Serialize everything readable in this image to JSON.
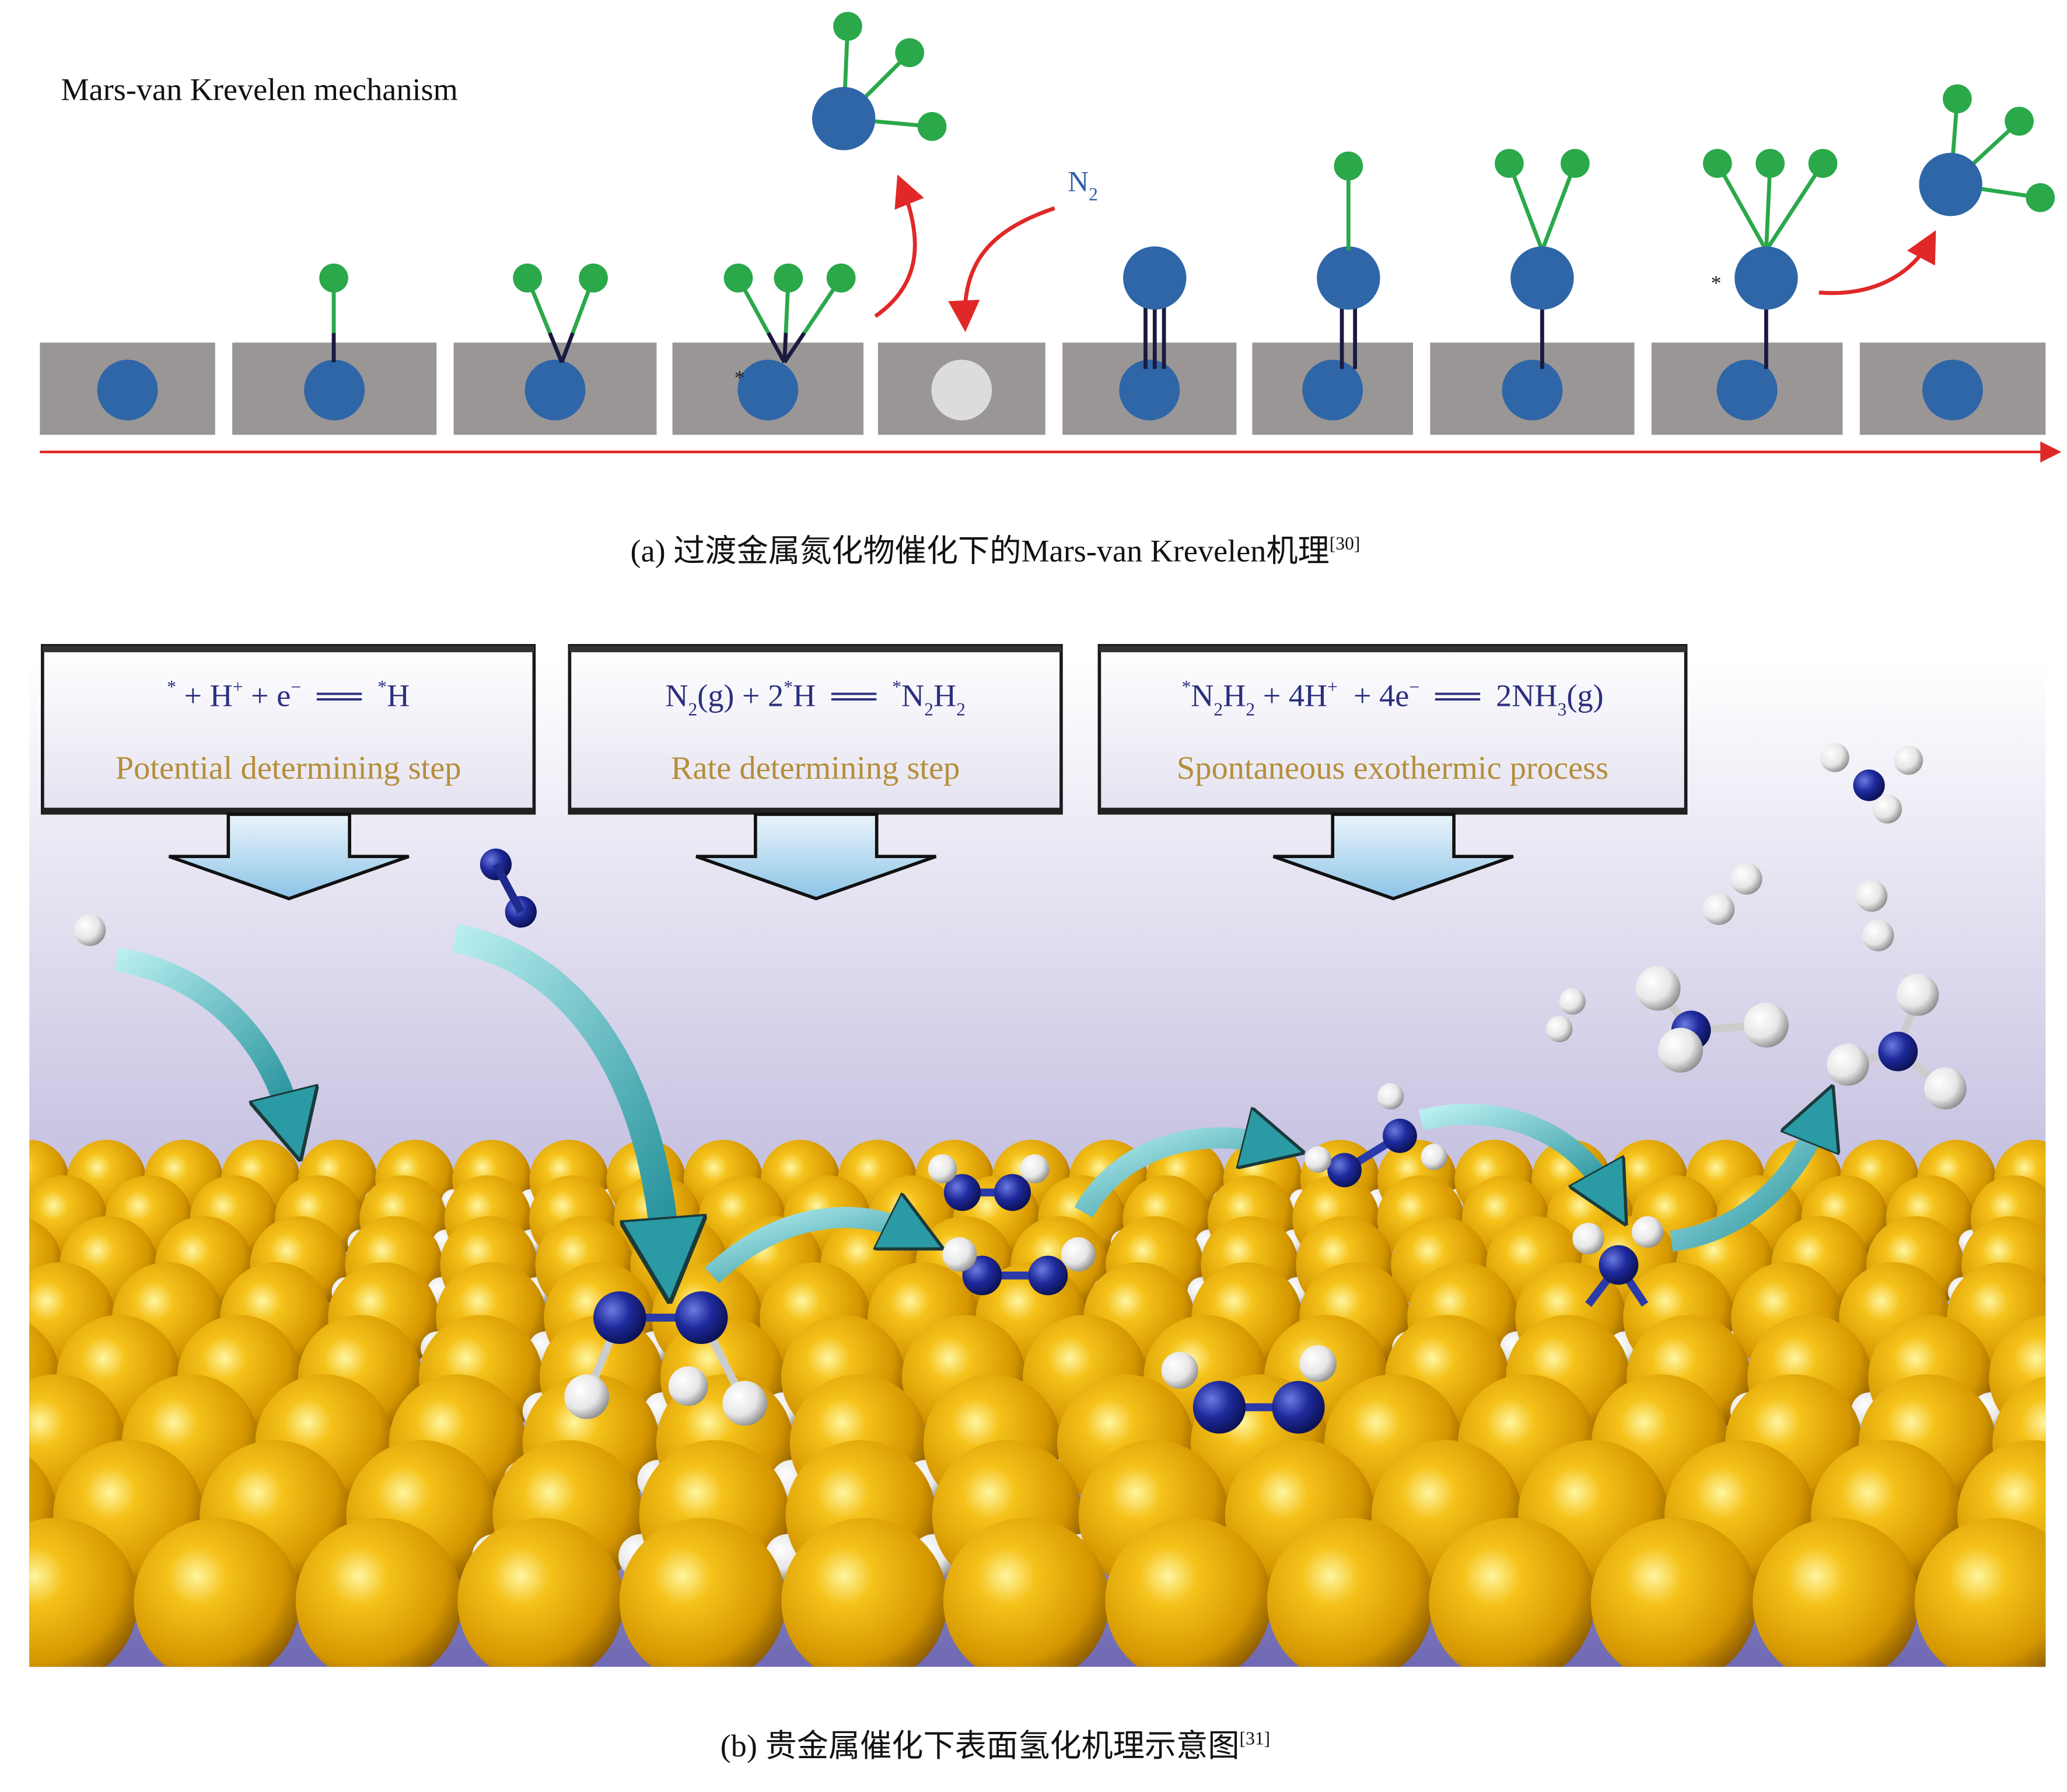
{
  "panel_a": {
    "title": "Mars-van Krevelen mechanism",
    "n2_label": "N",
    "n2_sub": "2",
    "star": "*",
    "caption": "(a) 过渡金属氮化物催化下的Mars-van Krevelen机理",
    "caption_ref": "[30]"
  },
  "panel_b": {
    "steps": [
      {
        "equation": [
          [
            "*",
            "sup"
          ],
          [
            " + H",
            ""
          ],
          [
            "+",
            "sup"
          ],
          [
            " + e",
            ""
          ],
          [
            "−",
            "sup"
          ],
          [
            "  ══  ",
            ""
          ],
          [
            "*",
            "sup"
          ],
          [
            "H",
            ""
          ]
        ],
        "label": "Potential determining step"
      },
      {
        "equation": [
          [
            "N",
            ""
          ],
          [
            "2",
            "sub"
          ],
          [
            "(g) + 2",
            ""
          ],
          [
            "*",
            "sup"
          ],
          [
            "H  ══  ",
            ""
          ],
          [
            "*",
            "sup"
          ],
          [
            "N",
            ""
          ],
          [
            "2",
            "sub"
          ],
          [
            "H",
            ""
          ],
          [
            "2",
            "sub"
          ]
        ],
        "label": "Rate determining step"
      },
      {
        "equation": [
          [
            "*",
            "sup"
          ],
          [
            "N",
            ""
          ],
          [
            "2",
            "sub"
          ],
          [
            "H",
            ""
          ],
          [
            "2",
            "sub"
          ],
          [
            " + 4H",
            ""
          ],
          [
            "+",
            "sup"
          ],
          [
            "  + 4e",
            ""
          ],
          [
            "−",
            "sup"
          ],
          [
            "  ══  2NH",
            ""
          ],
          [
            "3",
            "sub"
          ],
          [
            "(g)",
            ""
          ]
        ],
        "label": "Spontaneous exothermic process"
      }
    ],
    "caption": "(b) 贵金属催化下表面氢化机理示意图",
    "caption_ref": "[31]"
  },
  "colors": {
    "metal_blue": "#2e66a8",
    "ligand_green": "#2aa84a",
    "surface_gray": "#9a9696",
    "arrow_red": "#e02828",
    "equation_navy": "#2b2f7e",
    "label_gold": "#b58e3a",
    "gold_atom": "#e8a800",
    "nitrogen": "#1e2a8c",
    "teal_arrow": "#3aa8b0"
  }
}
